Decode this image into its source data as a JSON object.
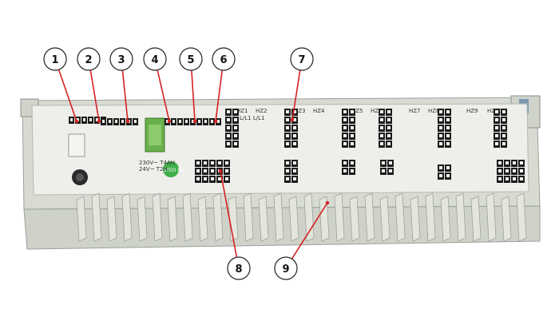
{
  "callouts": [
    {
      "n": "1"
    },
    {
      "n": "2"
    },
    {
      "n": "3"
    },
    {
      "n": "4"
    },
    {
      "n": "5"
    },
    {
      "n": "6"
    },
    {
      "n": "7"
    },
    {
      "n": "8"
    },
    {
      "n": "9"
    }
  ],
  "zone_labels": [
    "HZ1",
    "HZ2",
    "HZ3",
    "HZ4",
    "HZ5",
    "HZ6",
    "HZ7",
    "HZ8",
    "HZ9",
    "HZ10"
  ],
  "board_text": {
    "power_rating": "230V~ T4AH",
    "power_rating_2": "24V~ T2H",
    "tested_badge": "TESTED OK",
    "pin_labels": "L/L1 L/L1"
  },
  "colors": {
    "housing": "#d9dcd3",
    "board": "#ececea",
    "terminal": "#1c1c1c",
    "fuse_holder": "#6ab04c",
    "tested_badge": "#3fae49",
    "callout_line": "#d62020"
  }
}
